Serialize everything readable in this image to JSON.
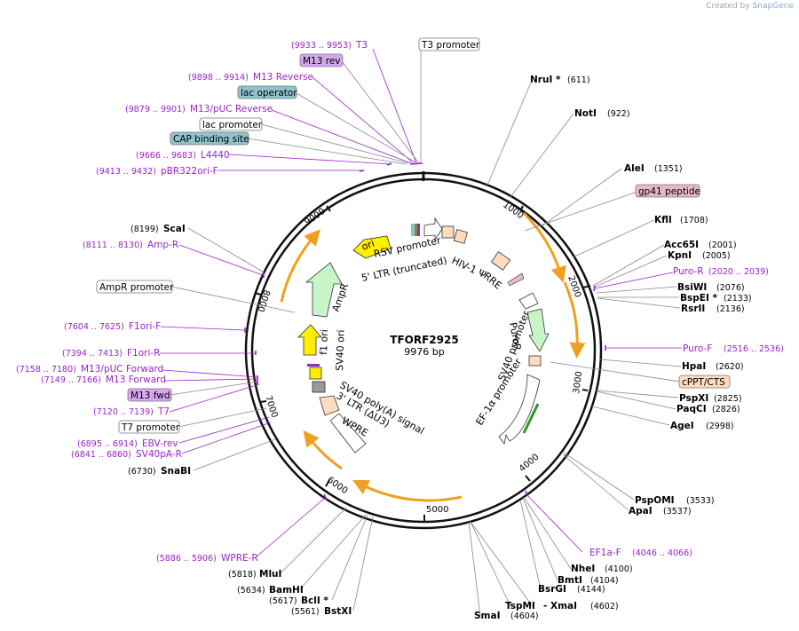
{
  "credit": {
    "prefix": "Created by",
    "brand": "SnapGene"
  },
  "plasmid": {
    "name": "TFORF2925",
    "length": "9976 bp"
  },
  "ticks": [
    "1000",
    "2000",
    "3000",
    "4000",
    "5000",
    "6000",
    "7000",
    "8000",
    "9000"
  ],
  "right_enzymes": [
    {
      "name": "NruI *",
      "pos": "(611)"
    },
    {
      "name": "NotI",
      "pos": "(922)"
    },
    {
      "name": "AleI",
      "pos": "(1351)"
    },
    {
      "name": "KflI",
      "pos": "(1708)"
    },
    {
      "name": "Acc65I",
      "pos": "(2001)"
    },
    {
      "name": "KpnI",
      "pos": "(2005)"
    },
    {
      "name": "BsiWI",
      "pos": "(2076)"
    },
    {
      "name": "BspEI *",
      "pos": "(2133)"
    },
    {
      "name": "RsrII",
      "pos": "(2136)"
    },
    {
      "name": "HpaI",
      "pos": "(2620)"
    },
    {
      "name": "PspXI",
      "pos": "(2825)"
    },
    {
      "name": "PaqCI",
      "pos": "(2826)"
    },
    {
      "name": "AgeI",
      "pos": "(2998)"
    },
    {
      "name": "PspOMI",
      "pos": "(3533)"
    },
    {
      "name": "ApaI",
      "pos": "(3537)"
    },
    {
      "name": "NheI",
      "pos": "(4100)"
    },
    {
      "name": "BmtI",
      "pos": "(4104)"
    },
    {
      "name": "BsrGI",
      "pos": "(4144)"
    },
    {
      "name": "TspMI",
      "pos": "(4602)"
    },
    {
      "name": "- XmaI",
      "pos": "(4602)"
    },
    {
      "name": "SmaI",
      "pos": "(4604)"
    }
  ],
  "left_enzymes": [
    {
      "name": "ScaI",
      "pos": "(8199)"
    },
    {
      "name": "SnaBI",
      "pos": "(6730)"
    },
    {
      "name": "MluI",
      "pos": "(5818)"
    },
    {
      "name": "BamHI",
      "pos": "(5634)"
    },
    {
      "name": "BclI *",
      "pos": "(5617)"
    },
    {
      "name": "BstXI",
      "pos": "(5561)"
    }
  ],
  "primers": [
    {
      "name": "T3",
      "pos": "(9933 .. 9953)"
    },
    {
      "name": "M13 Reverse",
      "pos": "(9898 .. 9914)"
    },
    {
      "name": "M13/pUC Reverse",
      "pos": "(9879 .. 9901)"
    },
    {
      "name": "L4440",
      "pos": "(9666 .. 9683)"
    },
    {
      "name": "pBR322ori-F",
      "pos": "(9413 .. 9432)"
    },
    {
      "name": "Amp-R",
      "pos": "(8111 .. 8130)"
    },
    {
      "name": "F1ori-F",
      "pos": "(7604 .. 7625)"
    },
    {
      "name": "F1ori-R",
      "pos": "(7394 .. 7413)"
    },
    {
      "name": "M13/pUC Forward",
      "pos": "(7158 .. 7180)"
    },
    {
      "name": "M13 Forward",
      "pos": "(7149 .. 7166)"
    },
    {
      "name": "T7",
      "pos": "(7120 .. 7139)"
    },
    {
      "name": "EBV-rev",
      "pos": "(6895 .. 6914)"
    },
    {
      "name": "SV40pA-R",
      "pos": "(6841 .. 6860)"
    },
    {
      "name": "WPRE-R",
      "pos": "(5886 .. 5906)"
    },
    {
      "name": "Puro-R",
      "pos": "(2020 .. 2039)"
    },
    {
      "name": "Puro-F",
      "pos": "(2516 .. 2536)"
    },
    {
      "name": "EF1a-F",
      "pos": "(4046 .. 4066)"
    }
  ],
  "boxed_features": [
    {
      "name": "T3 promoter",
      "fill": "#ffffff"
    },
    {
      "name": "M13 rev",
      "fill": "#d6a6f0"
    },
    {
      "name": "lac operator",
      "fill": "#8fc3cc"
    },
    {
      "name": "lac promoter",
      "fill": "#ffffff"
    },
    {
      "name": "CAP binding site",
      "fill": "#8fc3cc"
    },
    {
      "name": "AmpR promoter",
      "fill": "#ffffff"
    },
    {
      "name": "M13 fwd",
      "fill": "#d6a6f0"
    },
    {
      "name": "T7 promoter",
      "fill": "#ffffff"
    },
    {
      "name": "gp41 peptide",
      "fill": "#e8b8c4"
    },
    {
      "name": "cPPT/CTS",
      "fill": "#fddcbf"
    }
  ],
  "inner_labels": [
    "ori",
    "AmpR",
    "f1 ori",
    "SV40 ori",
    "SV40 poly(A) signal",
    "3' LTR (ΔU3)",
    "WPRE",
    "RSV promoter",
    "5' LTR (truncated)",
    "HIV-1 Ψ",
    "RRE",
    "PuroR",
    "SV40 promoter",
    "EF-1α promoter"
  ],
  "colors": {
    "primer": "#9a22c8",
    "orf": "#f0a020",
    "ori": "#ffee00",
    "ampr": "#c8f5c8",
    "backbone": "#111111"
  }
}
